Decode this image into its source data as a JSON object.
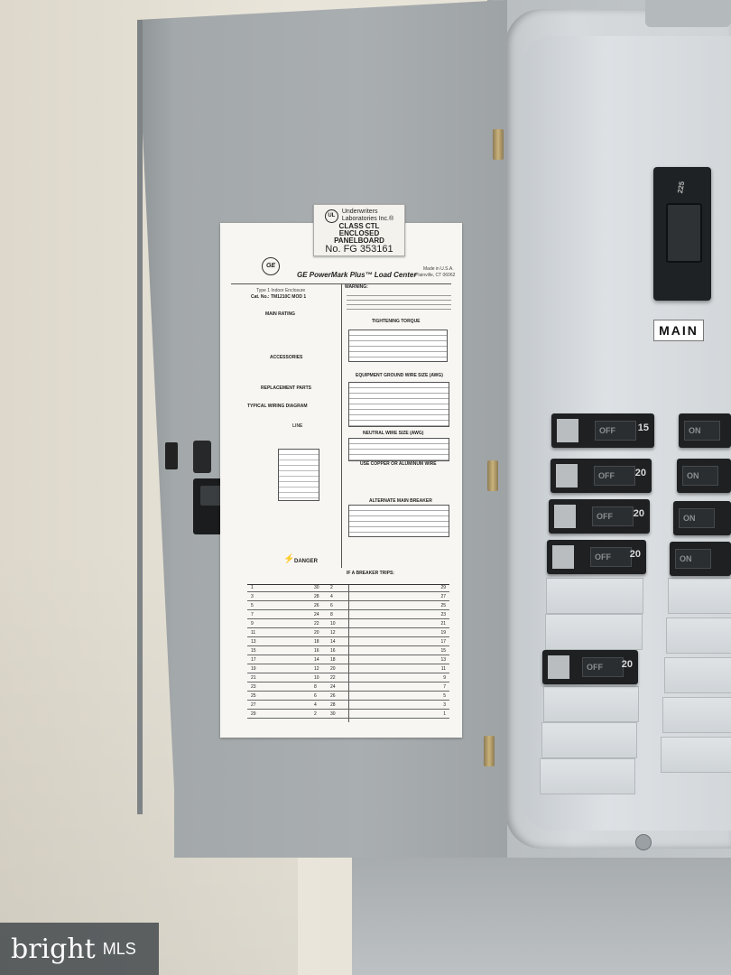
{
  "scene": {
    "description_colors": {
      "door": "#a7acae",
      "wall": "#e6e2d6",
      "label": "#f7f6f2",
      "breaker": "#1e2022"
    }
  },
  "ul_sticker": {
    "line1": "Underwriters",
    "line2": "Laboratories Inc.®",
    "line3": "CLASS CTL",
    "line4": "ENCLOSED PANELBOARD",
    "number": "No. FG 353161"
  },
  "directory_label": {
    "brand": "GE PowerMark Plus™ Load Center",
    "made_in": "Made in U.S.A.",
    "location": "Plainville, CT 06062",
    "catalog": "Cat. No.: TM1210C MOD 1",
    "type": "Type 1 Indoor Enclosure",
    "sections": {
      "main_rating": "MAIN RATING",
      "accessories": "ACCESSORIES",
      "replacement_parts": "REPLACEMENT PARTS",
      "wiring": "TYPICAL WIRING DIAGRAM",
      "warning": "WARNING:",
      "torque": "TIGHTENING TORQUE",
      "ground_wire": "EQUIPMENT GROUND WIRE SIZE (AWG)",
      "neutral_wire": "NEUTRAL WIRE SIZE (AWG)",
      "copper": "USE COPPER OR ALUMINUM WIRE",
      "alt_main": "ALTERNATE MAIN BREAKER",
      "trips": "IF A BREAKER TRIPS:",
      "line": "LINE"
    },
    "danger": "DANGER",
    "circuits_left": [
      "1",
      "3",
      "5",
      "7",
      "9",
      "11",
      "13",
      "15",
      "17",
      "19",
      "21",
      "23",
      "25",
      "27",
      "29"
    ],
    "circuits_mid_left": [
      "30",
      "28",
      "26",
      "24",
      "22",
      "20",
      "18",
      "16",
      "14",
      "12",
      "10",
      "8",
      "6",
      "4",
      "2"
    ],
    "circuits_mid_right": [
      "2",
      "4",
      "6",
      "8",
      "10",
      "12",
      "14",
      "16",
      "18",
      "20",
      "22",
      "24",
      "26",
      "28",
      "30"
    ],
    "circuits_right": [
      "29",
      "27",
      "25",
      "23",
      "21",
      "19",
      "17",
      "15",
      "13",
      "11",
      "9",
      "7",
      "5",
      "3",
      "1"
    ]
  },
  "panel": {
    "main_label": "MAIN",
    "main_amp": "225"
  },
  "breakers_left": [
    {
      "toggle": "OFF",
      "amp": "15"
    },
    {
      "toggle": "OFF",
      "amp": "20"
    },
    {
      "toggle": "OFF",
      "amp": "20"
    },
    {
      "toggle": "OFF",
      "amp": "20"
    },
    {
      "toggle": "OFF",
      "amp": "20"
    }
  ],
  "breakers_right": [
    {
      "toggle": "ON",
      "amp": ""
    },
    {
      "toggle": "ON",
      "amp": ""
    },
    {
      "toggle": "ON",
      "amp": ""
    },
    {
      "toggle": "ON",
      "amp": ""
    }
  ],
  "watermark": {
    "brand": "bright",
    "suffix": "MLS"
  }
}
